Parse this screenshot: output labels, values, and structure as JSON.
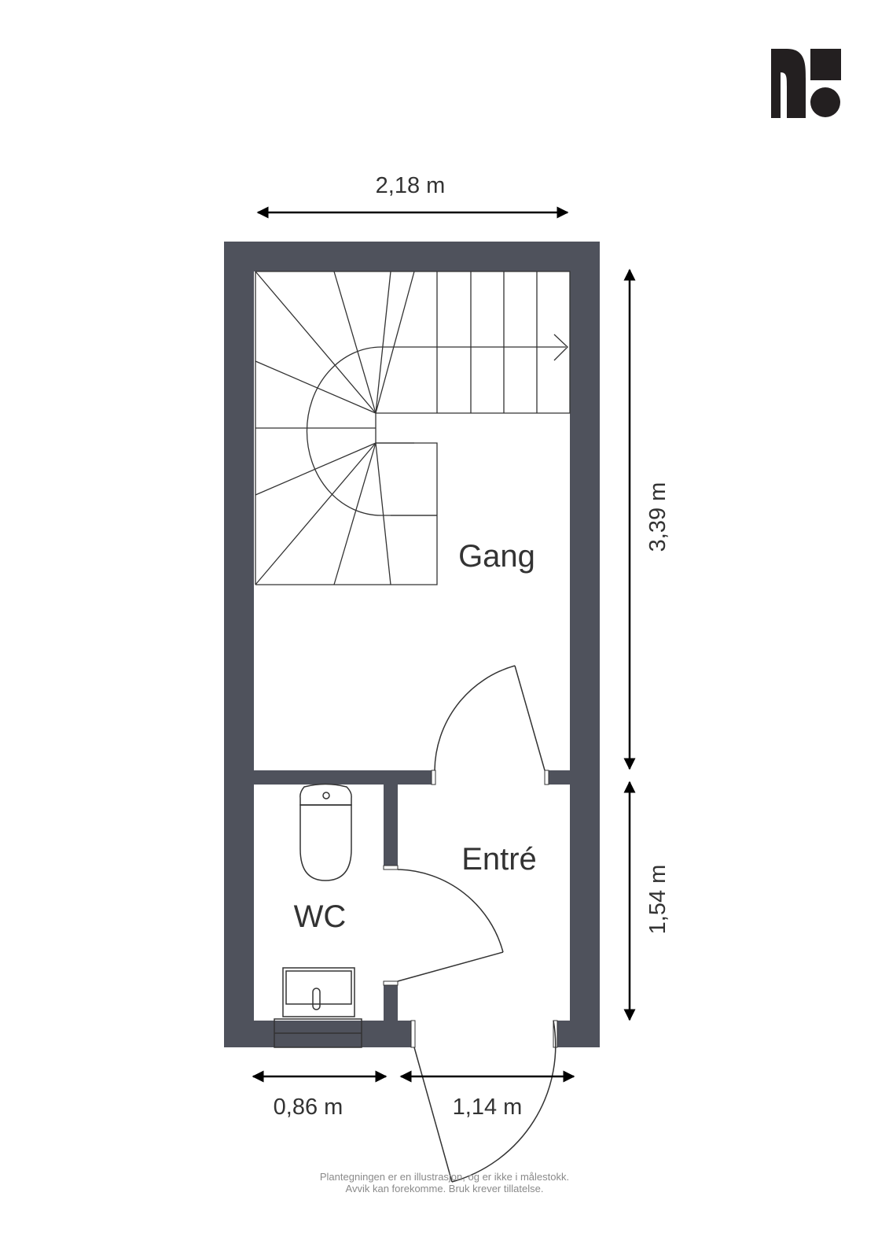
{
  "logo": {
    "icon": "brand-logo-mark",
    "color": "#231f20"
  },
  "colors": {
    "wall": "#4f525c",
    "line": "#333333",
    "background": "#ffffff"
  },
  "dimensions": {
    "top_width": "2,18 m",
    "right_upper": "3,39 m",
    "right_lower": "1,54 m",
    "bottom_left": "0,86 m",
    "bottom_right": "1,14 m"
  },
  "rooms": {
    "gang": "Gang",
    "entre": "Entré",
    "wc": "WC"
  },
  "fixtures": [
    "toilet-icon",
    "sink-icon",
    "staircase"
  ],
  "disclaimer": {
    "line1": "Plantegningen er en illustrasjon, og er ikke i målestokk.",
    "line2": "Avvik kan forekomme. Bruk krever tillatelse."
  }
}
